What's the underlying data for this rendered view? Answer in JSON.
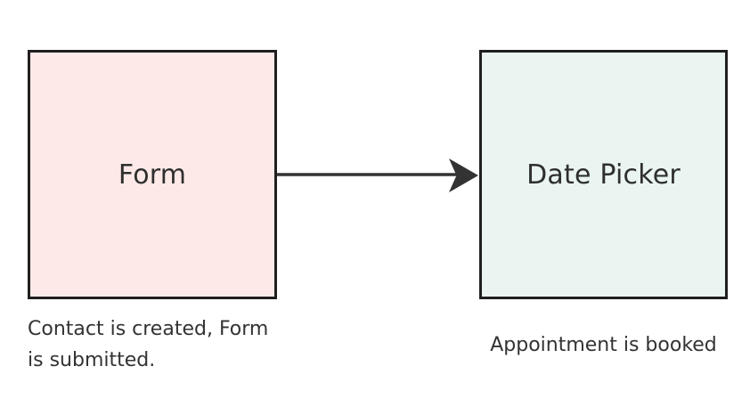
{
  "diagram": {
    "title": "",
    "background_color": "#ffffff",
    "nodes": [
      {
        "id": "form",
        "label": "Form",
        "caption": "Contact is created, Form\nis submitted.",
        "fill_color": "#fdeae8",
        "border_color": "#1f1f1f",
        "text_color": "#2f2f2f"
      },
      {
        "id": "date-picker",
        "label": "Date Picker",
        "caption": "Appointment is booked",
        "fill_color": "#eaf5f2",
        "border_color": "#1f1f1f",
        "text_color": "#2f2f2f"
      }
    ],
    "connector": {
      "from": "form",
      "to": "date-picker",
      "type": "arrow",
      "color": "#333333"
    }
  }
}
